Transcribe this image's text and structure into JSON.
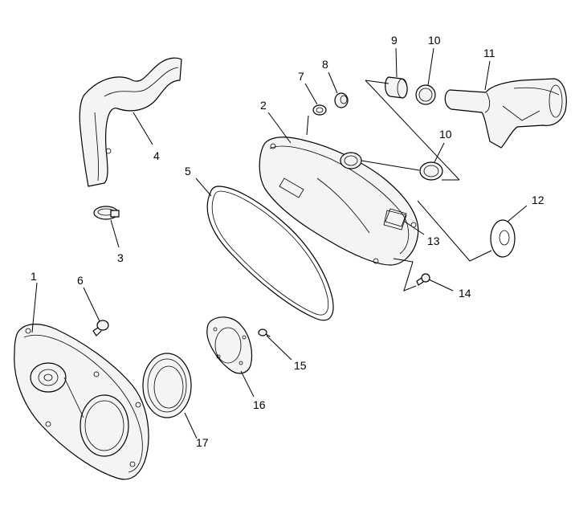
{
  "callouts": {
    "c1": "1",
    "c2": "2",
    "c3": "3",
    "c4": "4",
    "c5": "5",
    "c6": "6",
    "c7": "7",
    "c8": "8",
    "c9": "9",
    "c10a": "10",
    "c10b": "10",
    "c11": "11",
    "c12": "12",
    "c13": "13",
    "c14": "14",
    "c15": "15",
    "c16": "16",
    "c17": "17"
  }
}
